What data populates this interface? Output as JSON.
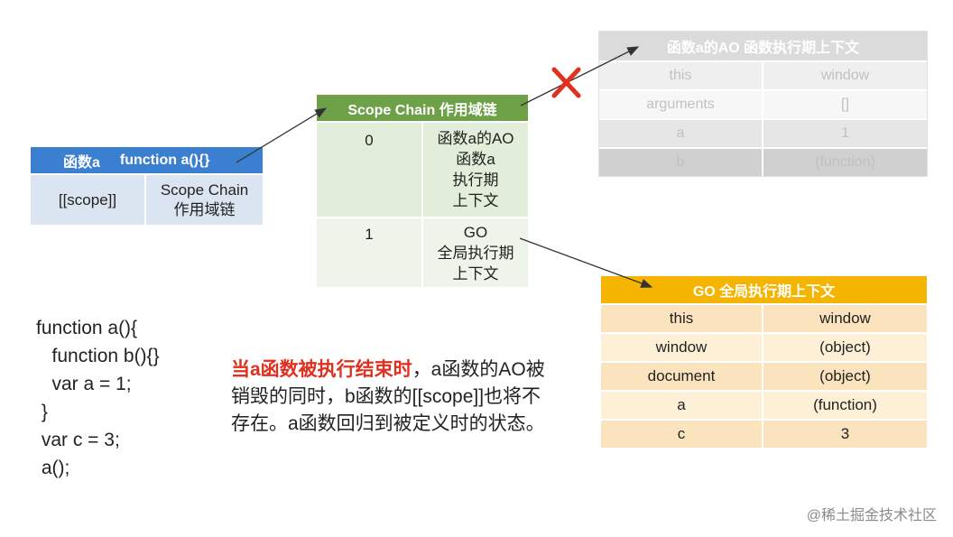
{
  "func_table": {
    "header_name": "函数a",
    "header_code": "function a(){}",
    "row_key": "[[scope]]",
    "row_value_line1": "Scope Chain",
    "row_value_line2": "作用域链",
    "colors": {
      "header": "#3b7fd0",
      "body": "#dbe5f1"
    }
  },
  "scope_chain": {
    "header": "Scope Chain 作用域链",
    "rows": [
      {
        "index": "0",
        "lines": [
          "函数a的AO",
          "函数a",
          "执行期",
          "上下文"
        ]
      },
      {
        "index": "1",
        "lines": [
          "GO",
          "全局执行期",
          "上下文"
        ]
      }
    ],
    "colors": {
      "header": "#6ea047",
      "body": "#e2eed9"
    }
  },
  "ao_table": {
    "header": "函数a的AO 函数执行期上下文",
    "rows": [
      {
        "key": "this",
        "value": "window"
      },
      {
        "key": "arguments",
        "value": "[]"
      },
      {
        "key": "a",
        "value": "1"
      },
      {
        "key": "b",
        "value": "(function)"
      }
    ]
  },
  "go_table": {
    "header": "GO 全局执行期上下文",
    "rows": [
      {
        "key": "this",
        "value": "window"
      },
      {
        "key": "window",
        "value": "(object)"
      },
      {
        "key": "document",
        "value": "(object)"
      },
      {
        "key": "a",
        "value": "(function)"
      },
      {
        "key": "c",
        "value": "3"
      }
    ],
    "colors": {
      "header": "#f5b400",
      "row_light": "#fdf0d7",
      "row_dark": "#fbe4bd"
    }
  },
  "code_lines": [
    "function a(){",
    "   function b(){}",
    "   var a = 1;",
    " }",
    " var c = 3;",
    " a();"
  ],
  "note": {
    "highlight": "当a函数被执行结束时",
    "rest": "，a函数的AO被销毁的同时，b函数的[[scope]]也将不存在。a函数回归到被定义时的状态。",
    "highlight_color": "#e03020"
  },
  "watermark": "@稀土掘金技术社区",
  "icons": {
    "cross": "cross-icon"
  }
}
